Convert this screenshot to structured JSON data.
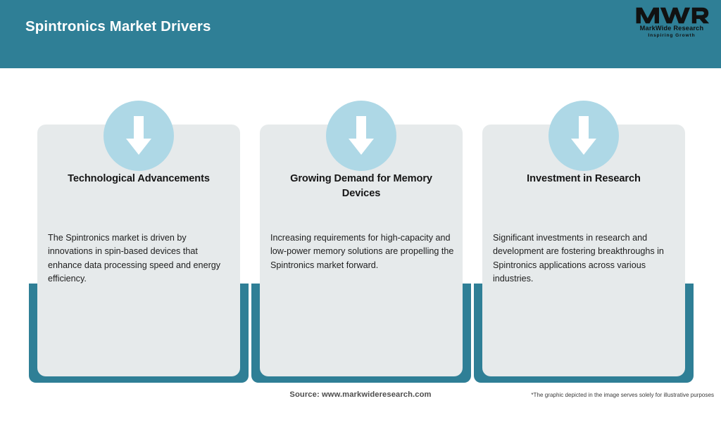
{
  "header": {
    "title": "Spintronics Market Drivers",
    "background_color": "#2f7f96",
    "text_color": "#ffffff"
  },
  "logo": {
    "mark": "MWR",
    "name": "MarkWide Research",
    "tagline": "Inspiring Growth"
  },
  "theme": {
    "accent_teal": "#2f7f96",
    "card_grey": "#e6eaeb",
    "badge_blue": "#aed8e6",
    "arrow_white": "#ffffff",
    "page_background": "#ffffff"
  },
  "cards": [
    {
      "icon": "down-arrow-icon",
      "title": "Technological Advancements",
      "body": "The Spintronics market is driven by innovations in spin-based devices that enhance data processing speed and energy efficiency."
    },
    {
      "icon": "down-arrow-icon",
      "title": "Growing Demand for Memory Devices",
      "body": "Increasing requirements for high-capacity and low-power memory solutions are propelling the Spintronics market forward."
    },
    {
      "icon": "down-arrow-icon",
      "title": "Investment in Research",
      "body": "Significant investments in research and development are fostering breakthroughs in Spintronics applications across various industries."
    }
  ],
  "footer": {
    "source": "Source: www.markwideresearch.com",
    "disclaimer": "*The graphic depicted in the image serves solely for illustrative purposes"
  }
}
